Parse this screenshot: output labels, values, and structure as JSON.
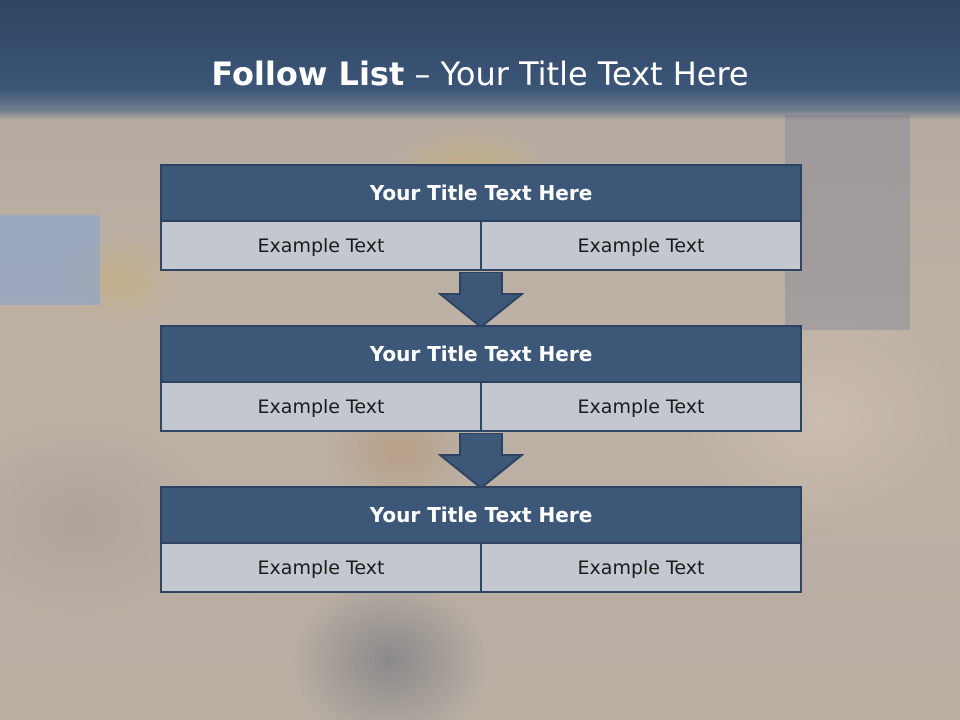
{
  "slide": {
    "title_bold": "Follow List",
    "title_rest": " – Your Title Text Here"
  },
  "steps": [
    {
      "title": "Your Title Text Here",
      "left": "Example Text",
      "right": "Example Text"
    },
    {
      "title": "Your Title Text Here",
      "left": "Example Text",
      "right": "Example Text"
    },
    {
      "title": "Your Title Text Here",
      "left": "Example Text",
      "right": "Example Text"
    }
  ],
  "colors": {
    "header": "#3c5678",
    "box_title": "#3c5778",
    "cell": "#c3c8d0",
    "border": "#2d4260"
  }
}
